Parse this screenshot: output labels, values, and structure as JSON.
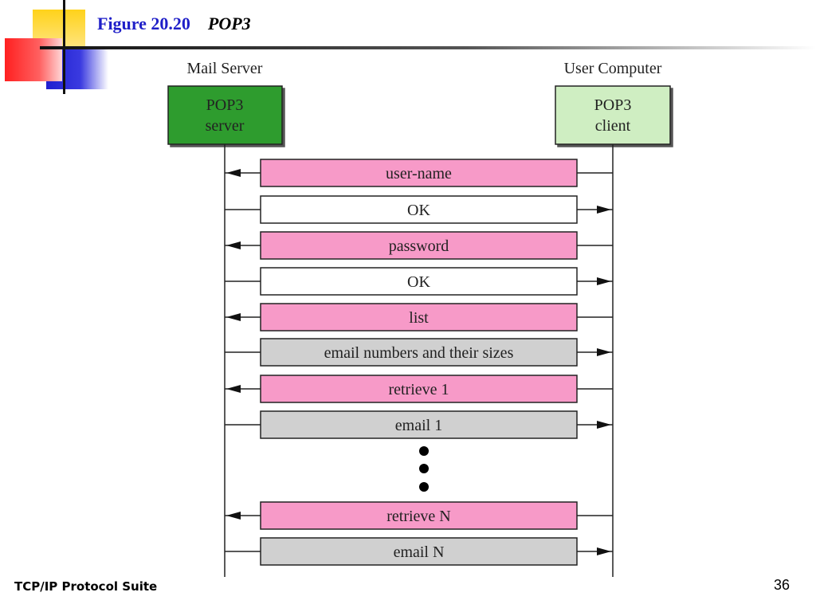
{
  "slide": {
    "figure_number": "Figure 20.20",
    "figure_name": "POP3",
    "footer": "TCP/IP Protocol Suite",
    "page_number": "36"
  },
  "diagram": {
    "left_party": {
      "heading": "Mail Server",
      "box_line1": "POP3",
      "box_line2": "server",
      "box_color": "#2e9c2e"
    },
    "right_party": {
      "heading": "User Computer",
      "box_line1": "POP3",
      "box_line2": "client",
      "box_color": "#cfeec2"
    },
    "messages": [
      {
        "label": "user-name",
        "direction": "to-server",
        "color": "#f79ac8"
      },
      {
        "label": "OK",
        "direction": "to-client",
        "color": "#ffffff"
      },
      {
        "label": "password",
        "direction": "to-server",
        "color": "#f79ac8"
      },
      {
        "label": "OK",
        "direction": "to-client",
        "color": "#ffffff"
      },
      {
        "label": "list",
        "direction": "to-server",
        "color": "#f79ac8"
      },
      {
        "label": "email numbers and their sizes",
        "direction": "to-client",
        "color": "#d0d0d0"
      },
      {
        "label": "retrieve 1",
        "direction": "to-server",
        "color": "#f79ac8"
      },
      {
        "label": "email 1",
        "direction": "to-client",
        "color": "#d0d0d0"
      },
      {
        "label": "retrieve N",
        "direction": "to-server",
        "color": "#f79ac8"
      },
      {
        "label": "email N",
        "direction": "to-client",
        "color": "#d0d0d0"
      }
    ]
  }
}
